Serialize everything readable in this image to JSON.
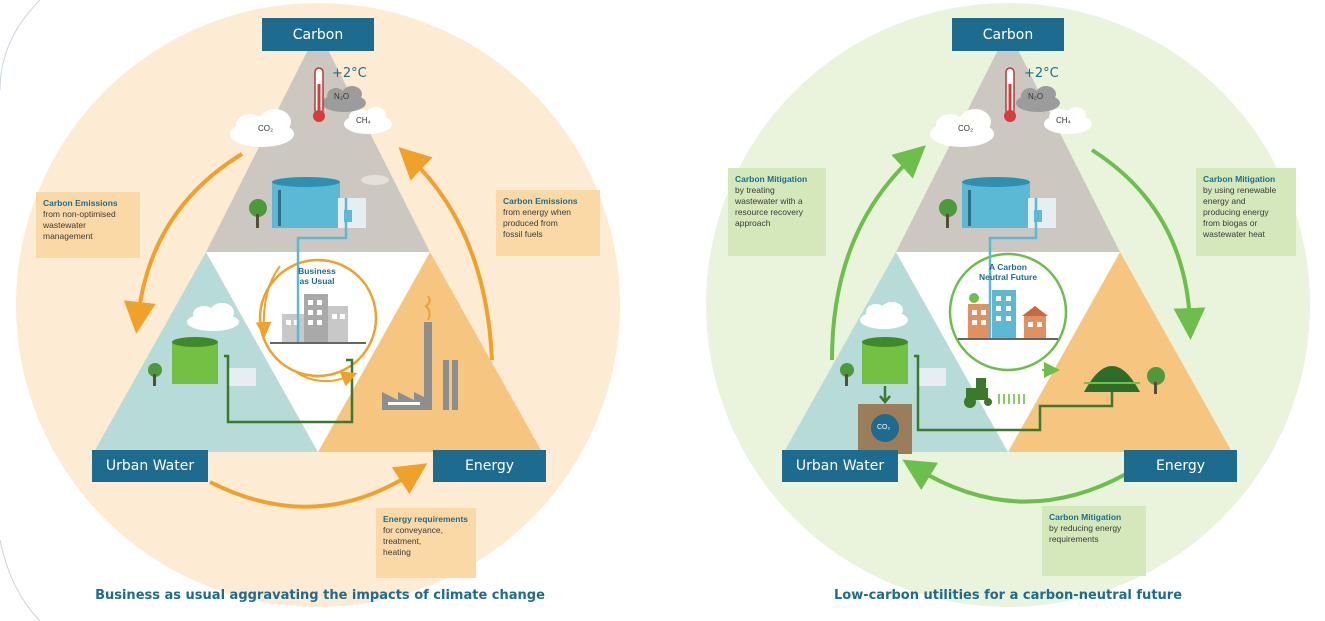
{
  "left": {
    "apex_label": "Carbon",
    "bottom_left_label": "Urban Water",
    "bottom_right_label": "Energy",
    "center_text": [
      "Business",
      "as Usual"
    ],
    "temperature": "+2°C",
    "gases": {
      "co2": "CO₂",
      "n2o": "N₂O",
      "ch4": "CH₄"
    },
    "callouts": {
      "top_left": {
        "heading": "Carbon Emissions",
        "body": [
          "from non-optimised",
          "wastewater",
          "management"
        ]
      },
      "top_right": {
        "heading": "Carbon Emissions",
        "body": [
          "from energy when",
          "produced from",
          "fossil fuels"
        ]
      },
      "bottom": {
        "heading": "Energy requirements",
        "body": [
          "for conveyance,",
          "treatment,",
          "heating"
        ]
      }
    },
    "caption": "Business as usual aggravating the impacts of climate change",
    "colors": {
      "background": "#fdebd3",
      "arrows": "#f0a12a",
      "callout": "#fbd9a6"
    }
  },
  "right": {
    "apex_label": "Carbon",
    "bottom_left_label": "Urban Water",
    "bottom_right_label": "Energy",
    "center_text": [
      "A Carbon",
      "Neutral Future"
    ],
    "temperature": "+2°C",
    "gases": {
      "co2": "CO₂",
      "n2o": "N₂O",
      "ch4": "CH₄"
    },
    "callouts": {
      "top_left": {
        "heading": "Carbon Mitigation",
        "body": [
          "by treating",
          "wastewater with a",
          "resource recovery",
          "approach"
        ]
      },
      "top_right": {
        "heading": "Carbon Mitigation",
        "body": [
          "by using renewable",
          "energy and",
          "producing energy",
          "from biogas or",
          "wastewater heat"
        ]
      },
      "bottom": {
        "heading": "Carbon Mitigation",
        "body": [
          "by reducing energy",
          "requirements"
        ]
      }
    },
    "storage_label": "CO₂",
    "caption": "Low-carbon utilities for a carbon-neutral future",
    "colors": {
      "background": "#eaf3dc",
      "arrows": "#6cbf4a",
      "callout": "#d5e8bb"
    }
  },
  "colors": {
    "label_bg": "#1d6c8f",
    "carbon_triangle": "#cdc7c2",
    "water_triangle": "#b7dbd8",
    "energy_triangle": "#f6c57f"
  }
}
